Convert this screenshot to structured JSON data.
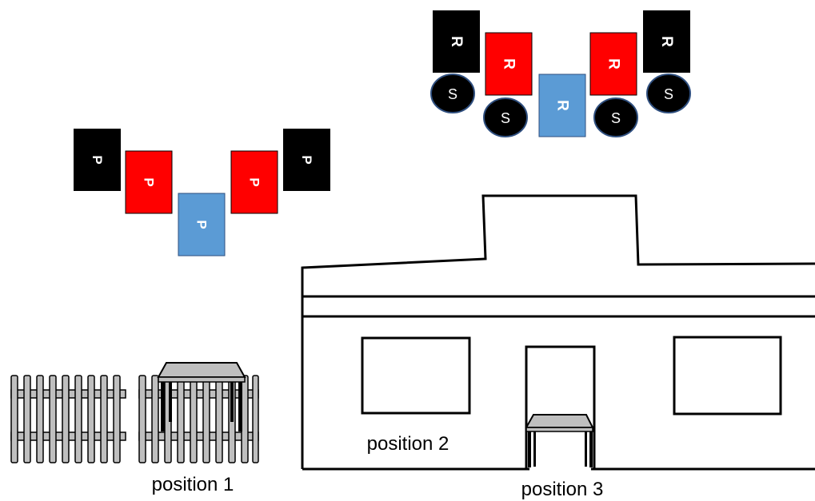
{
  "colors": {
    "black": "#000000",
    "red": "#ff0000",
    "blue": "#5b9bd5",
    "navy_border": "#2f4f7f",
    "gray": "#bfbfbf",
    "line": "#000000"
  },
  "p_group": {
    "cards": [
      {
        "letter": "P",
        "color": "black"
      },
      {
        "letter": "P",
        "color": "red"
      },
      {
        "letter": "P",
        "color": "blue"
      },
      {
        "letter": "P",
        "color": "red"
      },
      {
        "letter": "P",
        "color": "black"
      }
    ]
  },
  "r_group": {
    "cards": [
      {
        "letter": "R",
        "color": "black"
      },
      {
        "letter": "R",
        "color": "red"
      },
      {
        "letter": "R",
        "color": "blue"
      },
      {
        "letter": "R",
        "color": "red"
      },
      {
        "letter": "R",
        "color": "black"
      }
    ],
    "circles": [
      {
        "letter": "S"
      },
      {
        "letter": "S"
      },
      {
        "letter": "S"
      },
      {
        "letter": "S"
      }
    ]
  },
  "labels": {
    "position_1": "position 1",
    "position_2": "position 2",
    "position_3": "position 3"
  }
}
